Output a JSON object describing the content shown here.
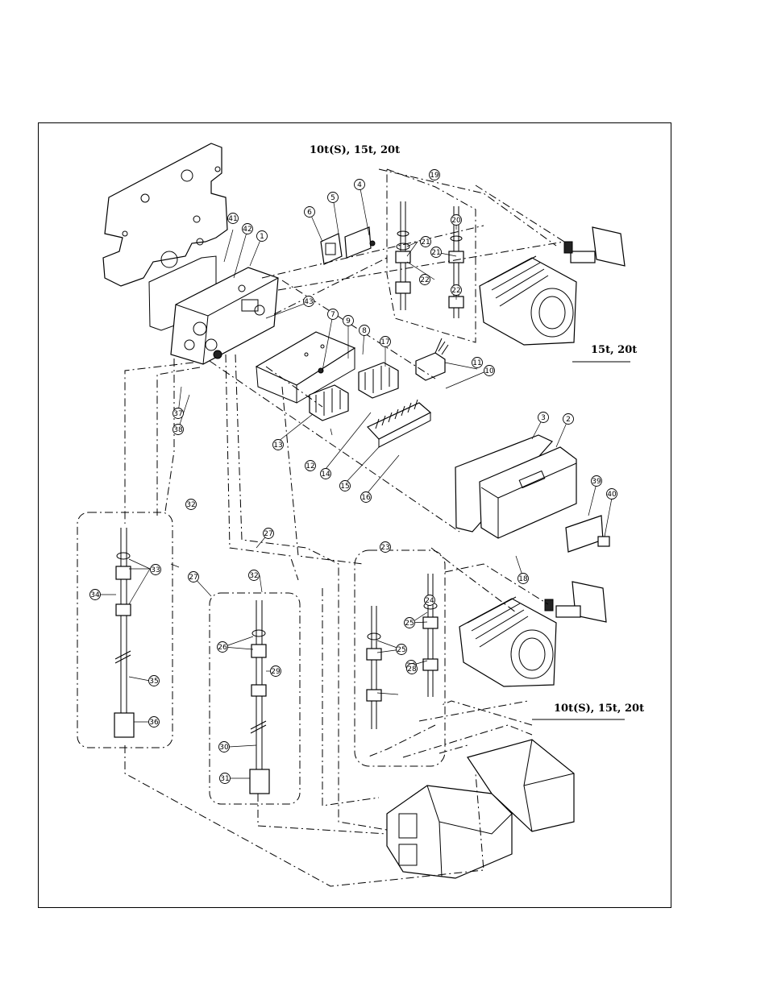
{
  "labels": {
    "top_title": "10t(S), 15t, 20t",
    "motor_upper": "15t, 20t",
    "motor_lower": "10t(S), 15t, 20t"
  },
  "callouts": [
    {
      "id": "c1",
      "text": "1"
    },
    {
      "id": "c2",
      "text": "2"
    },
    {
      "id": "c3",
      "text": "3"
    },
    {
      "id": "c4",
      "text": "4"
    },
    {
      "id": "c5",
      "text": "5"
    },
    {
      "id": "c6",
      "text": "6"
    },
    {
      "id": "c7",
      "text": "7"
    },
    {
      "id": "c8",
      "text": "8"
    },
    {
      "id": "c9",
      "text": "9"
    },
    {
      "id": "c10",
      "text": "10"
    },
    {
      "id": "c11",
      "text": "11"
    },
    {
      "id": "c12",
      "text": "12"
    },
    {
      "id": "c13",
      "text": "13"
    },
    {
      "id": "c14",
      "text": "14"
    },
    {
      "id": "c15",
      "text": "15"
    },
    {
      "id": "c16",
      "text": "16"
    },
    {
      "id": "c17",
      "text": "17"
    },
    {
      "id": "c18",
      "text": "18"
    },
    {
      "id": "c19",
      "text": "19"
    },
    {
      "id": "c20",
      "text": "20"
    },
    {
      "id": "c21a",
      "text": "21"
    },
    {
      "id": "c21b",
      "text": "21"
    },
    {
      "id": "c22a",
      "text": "22"
    },
    {
      "id": "c22b",
      "text": "22"
    },
    {
      "id": "c23",
      "text": "23"
    },
    {
      "id": "c24",
      "text": "24"
    },
    {
      "id": "c25a",
      "text": "25"
    },
    {
      "id": "c25b",
      "text": "25"
    },
    {
      "id": "c26a",
      "text": "26"
    },
    {
      "id": "c26b",
      "text": "26"
    },
    {
      "id": "c27a",
      "text": "27"
    },
    {
      "id": "c27b",
      "text": "27"
    },
    {
      "id": "c28",
      "text": "28"
    },
    {
      "id": "c29",
      "text": "29"
    },
    {
      "id": "c30",
      "text": "30"
    },
    {
      "id": "c31",
      "text": "31"
    },
    {
      "id": "c32a",
      "text": "32"
    },
    {
      "id": "c32b",
      "text": "32"
    },
    {
      "id": "c33",
      "text": "33"
    },
    {
      "id": "c34",
      "text": "34"
    },
    {
      "id": "c35",
      "text": "35"
    },
    {
      "id": "c36",
      "text": "36"
    },
    {
      "id": "c37",
      "text": "37"
    },
    {
      "id": "c38",
      "text": "38"
    },
    {
      "id": "c39",
      "text": "39"
    },
    {
      "id": "c40",
      "text": "40"
    },
    {
      "id": "c41",
      "text": "41"
    },
    {
      "id": "c42",
      "text": "42"
    },
    {
      "id": "c43",
      "text": "43"
    }
  ]
}
